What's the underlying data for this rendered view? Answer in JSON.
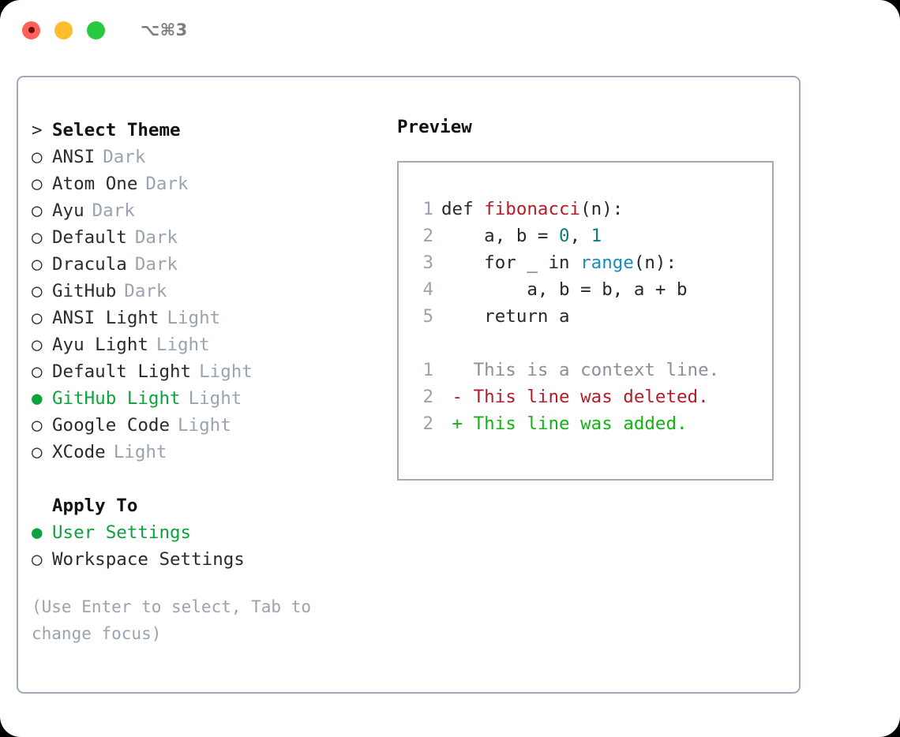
{
  "window": {
    "title": "⌥⌘3",
    "traffic_lights": [
      {
        "name": "close",
        "color": "#FF6159"
      },
      {
        "name": "minimize",
        "color": "#FFBD2E"
      },
      {
        "name": "zoom",
        "color": "#26C93F"
      }
    ]
  },
  "colors": {
    "panel_border": "#9fabbb",
    "selected_green": "#0CA33C",
    "muted_gray": "#9aa3b0",
    "text_dark": "#2b2b2b",
    "diff_add": "#14B314",
    "diff_del": "#B31D28",
    "code_func": "#B31D28",
    "code_num": "#0D7C7C",
    "code_builtin": "#1A8AC4"
  },
  "theme_list": {
    "header": "Select Theme",
    "header_marker": ">",
    "marker_unselected": "○",
    "marker_selected": "●",
    "items": [
      {
        "name": "ANSI",
        "kind": "Dark",
        "selected": false
      },
      {
        "name": "Atom One",
        "kind": "Dark",
        "selected": false
      },
      {
        "name": "Ayu",
        "kind": "Dark",
        "selected": false
      },
      {
        "name": "Default",
        "kind": "Dark",
        "selected": false
      },
      {
        "name": "Dracula",
        "kind": "Dark",
        "selected": false
      },
      {
        "name": "GitHub",
        "kind": "Dark",
        "selected": false
      },
      {
        "name": "ANSI Light",
        "kind": "Light",
        "selected": false
      },
      {
        "name": "Ayu Light",
        "kind": "Light",
        "selected": false
      },
      {
        "name": "Default Light",
        "kind": "Light",
        "selected": false
      },
      {
        "name": "GitHub Light",
        "kind": "Light",
        "selected": true
      },
      {
        "name": "Google Code",
        "kind": "Light",
        "selected": false
      },
      {
        "name": "XCode",
        "kind": "Light",
        "selected": false
      }
    ]
  },
  "apply_to": {
    "header": "Apply To",
    "items": [
      {
        "name": "User Settings",
        "selected": true
      },
      {
        "name": "Workspace Settings",
        "selected": false
      }
    ]
  },
  "hint": "(Use Enter to select, Tab to change focus)",
  "preview": {
    "label": "Preview",
    "code_lines": [
      {
        "number": "1",
        "tokens": [
          {
            "text": "def ",
            "type": "plain"
          },
          {
            "text": "fibonacci",
            "type": "func"
          },
          {
            "text": "(n):",
            "type": "plain"
          }
        ]
      },
      {
        "number": "2",
        "tokens": [
          {
            "text": "    a, b = ",
            "type": "plain"
          },
          {
            "text": "0",
            "type": "num"
          },
          {
            "text": ", ",
            "type": "plain"
          },
          {
            "text": "1",
            "type": "num"
          }
        ]
      },
      {
        "number": "3",
        "tokens": [
          {
            "text": "    for _ in ",
            "type": "plain"
          },
          {
            "text": "range",
            "type": "builtin"
          },
          {
            "text": "(n):",
            "type": "plain"
          }
        ]
      },
      {
        "number": "4",
        "tokens": [
          {
            "text": "        a, b = b, a + b",
            "type": "plain"
          }
        ]
      },
      {
        "number": "5",
        "tokens": [
          {
            "text": "    return a",
            "type": "plain"
          }
        ]
      }
    ],
    "diff_lines": [
      {
        "number": "1",
        "sign": " ",
        "text": "This is a context line.",
        "type": "ctx"
      },
      {
        "number": "2",
        "sign": "-",
        "text": "This line was deleted.",
        "type": "del"
      },
      {
        "number": "2",
        "sign": "+",
        "text": "This line was added.",
        "type": "add"
      }
    ]
  }
}
